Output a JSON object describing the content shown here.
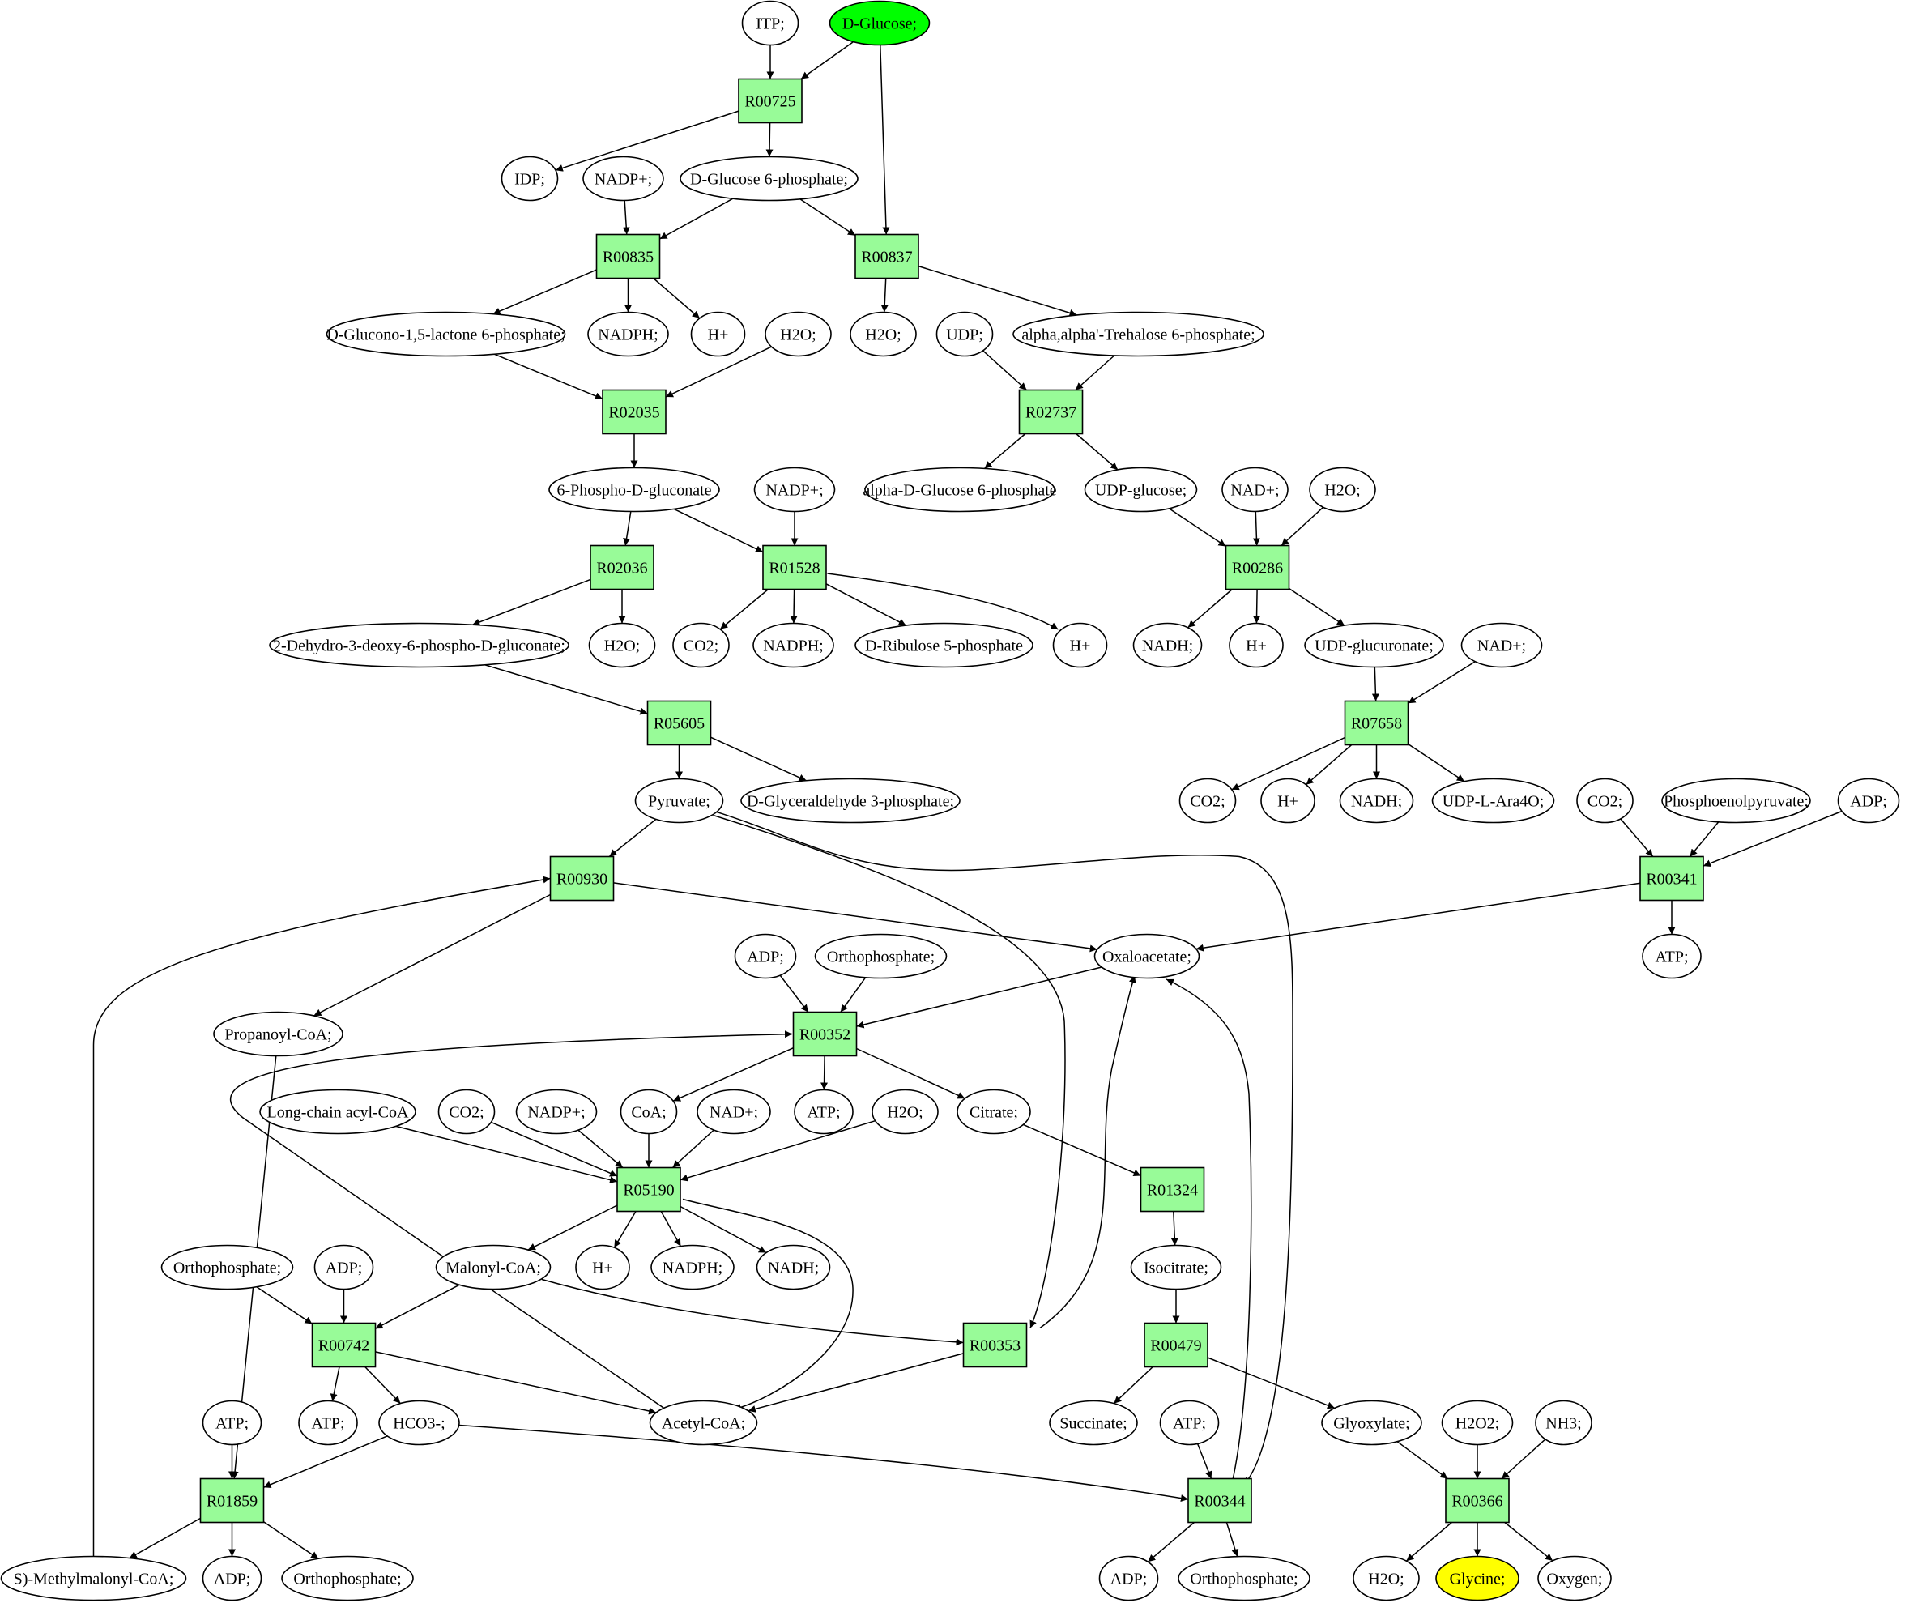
{
  "nodes": [
    {
      "id": "m_itp",
      "label": "ITP;",
      "type": "metabolite"
    },
    {
      "id": "m_dglucose",
      "label": "D-Glucose;",
      "type": "metabolite",
      "fill": "#00ff00"
    },
    {
      "id": "r00725",
      "label": "R00725",
      "type": "reaction"
    },
    {
      "id": "m_idp",
      "label": "IDP;",
      "type": "metabolite"
    },
    {
      "id": "m_nadp1",
      "label": "NADP+;",
      "type": "metabolite"
    },
    {
      "id": "m_g6p",
      "label": "D-Glucose 6-phosphate;",
      "type": "metabolite"
    },
    {
      "id": "r00835",
      "label": "R00835",
      "type": "reaction"
    },
    {
      "id": "r00837",
      "label": "R00837",
      "type": "reaction"
    },
    {
      "id": "m_glucono",
      "label": "D-Glucono-1,5-lactone 6-phosphate;",
      "type": "metabolite"
    },
    {
      "id": "m_nadph1",
      "label": "NADPH;",
      "type": "metabolite"
    },
    {
      "id": "m_h1",
      "label": "H+",
      "type": "metabolite"
    },
    {
      "id": "m_h2o1",
      "label": "H2O;",
      "type": "metabolite"
    },
    {
      "id": "m_h2o2",
      "label": "H2O;",
      "type": "metabolite"
    },
    {
      "id": "m_udp",
      "label": "UDP;",
      "type": "metabolite"
    },
    {
      "id": "m_trehalose",
      "label": "alpha,alpha'-Trehalose 6-phosphate;",
      "type": "metabolite"
    },
    {
      "id": "r02035",
      "label": "R02035",
      "type": "reaction"
    },
    {
      "id": "r02737",
      "label": "R02737",
      "type": "reaction"
    },
    {
      "id": "m_6pg",
      "label": "6-Phospho-D-gluconate",
      "type": "metabolite"
    },
    {
      "id": "m_nadp2",
      "label": "NADP+;",
      "type": "metabolite"
    },
    {
      "id": "m_adg6p",
      "label": "alpha-D-Glucose 6-phosphate",
      "type": "metabolite"
    },
    {
      "id": "m_udpglc",
      "label": "UDP-glucose;",
      "type": "metabolite"
    },
    {
      "id": "m_nad1",
      "label": "NAD+;",
      "type": "metabolite"
    },
    {
      "id": "m_h2o3",
      "label": "H2O;",
      "type": "metabolite"
    },
    {
      "id": "r02036",
      "label": "R02036",
      "type": "reaction"
    },
    {
      "id": "r01528",
      "label": "R01528",
      "type": "reaction"
    },
    {
      "id": "r00286",
      "label": "R00286",
      "type": "reaction"
    },
    {
      "id": "m_kdpg",
      "label": "2-Dehydro-3-deoxy-6-phospho-D-gluconate;",
      "type": "metabolite"
    },
    {
      "id": "m_h2o4",
      "label": "H2O;",
      "type": "metabolite"
    },
    {
      "id": "m_co2a",
      "label": "CO2;",
      "type": "metabolite"
    },
    {
      "id": "m_nadph2",
      "label": "NADPH;",
      "type": "metabolite"
    },
    {
      "id": "m_ru5p",
      "label": "D-Ribulose 5-phosphate",
      "type": "metabolite"
    },
    {
      "id": "m_h2",
      "label": "H+",
      "type": "metabolite"
    },
    {
      "id": "m_nadh1",
      "label": "NADH;",
      "type": "metabolite"
    },
    {
      "id": "m_h3",
      "label": "H+",
      "type": "metabolite"
    },
    {
      "id": "m_udpglcu",
      "label": "UDP-glucuronate;",
      "type": "metabolite"
    },
    {
      "id": "m_nad2",
      "label": "NAD+;",
      "type": "metabolite"
    },
    {
      "id": "r05605",
      "label": "R05605",
      "type": "reaction"
    },
    {
      "id": "r07658",
      "label": "R07658",
      "type": "reaction"
    },
    {
      "id": "m_pyruvate",
      "label": "Pyruvate;",
      "type": "metabolite"
    },
    {
      "id": "m_g3p",
      "label": "D-Glyceraldehyde 3-phosphate;",
      "type": "metabolite"
    },
    {
      "id": "m_co2b",
      "label": "CO2;",
      "type": "metabolite"
    },
    {
      "id": "m_h4",
      "label": "H+",
      "type": "metabolite"
    },
    {
      "id": "m_nadh2",
      "label": "NADH;",
      "type": "metabolite"
    },
    {
      "id": "m_udpara",
      "label": "UDP-L-Ara4O;",
      "type": "metabolite"
    },
    {
      "id": "m_co2c",
      "label": "CO2;",
      "type": "metabolite"
    },
    {
      "id": "m_pep",
      "label": "Phosphoenolpyruvate;",
      "type": "metabolite"
    },
    {
      "id": "m_adp1",
      "label": "ADP;",
      "type": "metabolite"
    },
    {
      "id": "r00930",
      "label": "R00930",
      "type": "reaction"
    },
    {
      "id": "r00341",
      "label": "R00341",
      "type": "reaction"
    },
    {
      "id": "m_adp2",
      "label": "ADP;",
      "type": "metabolite"
    },
    {
      "id": "m_pi1",
      "label": "Orthophosphate;",
      "type": "metabolite"
    },
    {
      "id": "m_oaa",
      "label": "Oxaloacetate;",
      "type": "metabolite"
    },
    {
      "id": "m_atp1",
      "label": "ATP;",
      "type": "metabolite"
    },
    {
      "id": "m_propcoa",
      "label": "Propanoyl-CoA;",
      "type": "metabolite"
    },
    {
      "id": "r00352",
      "label": "R00352",
      "type": "reaction"
    },
    {
      "id": "m_lcacoa",
      "label": "Long-chain acyl-CoA",
      "type": "metabolite"
    },
    {
      "id": "m_co2d",
      "label": "CO2;",
      "type": "metabolite"
    },
    {
      "id": "m_nadp3",
      "label": "NADP+;",
      "type": "metabolite"
    },
    {
      "id": "m_coa",
      "label": "CoA;",
      "type": "metabolite"
    },
    {
      "id": "m_nad3",
      "label": "NAD+;",
      "type": "metabolite"
    },
    {
      "id": "m_atp2",
      "label": "ATP;",
      "type": "metabolite"
    },
    {
      "id": "m_h2o5",
      "label": "H2O;",
      "type": "metabolite"
    },
    {
      "id": "m_citrate",
      "label": "Citrate;",
      "type": "metabolite"
    },
    {
      "id": "r05190",
      "label": "R05190",
      "type": "reaction"
    },
    {
      "id": "r01324",
      "label": "R01324",
      "type": "reaction"
    },
    {
      "id": "m_pi2",
      "label": "Orthophosphate;",
      "type": "metabolite"
    },
    {
      "id": "m_adp3",
      "label": "ADP;",
      "type": "metabolite"
    },
    {
      "id": "m_malcoa",
      "label": "Malonyl-CoA;",
      "type": "metabolite"
    },
    {
      "id": "m_h5",
      "label": "H+",
      "type": "metabolite"
    },
    {
      "id": "m_nadph3",
      "label": "NADPH;",
      "type": "metabolite"
    },
    {
      "id": "m_nadh3",
      "label": "NADH;",
      "type": "metabolite"
    },
    {
      "id": "m_isocitrate",
      "label": "Isocitrate;",
      "type": "metabolite"
    },
    {
      "id": "r00742",
      "label": "R00742",
      "type": "reaction"
    },
    {
      "id": "r00353",
      "label": "R00353",
      "type": "reaction"
    },
    {
      "id": "r00479",
      "label": "R00479",
      "type": "reaction"
    },
    {
      "id": "m_atp3",
      "label": "ATP;",
      "type": "metabolite"
    },
    {
      "id": "m_atp4",
      "label": "ATP;",
      "type": "metabolite"
    },
    {
      "id": "m_hco3",
      "label": "HCO3-;",
      "type": "metabolite"
    },
    {
      "id": "m_acoa",
      "label": "Acetyl-CoA;",
      "type": "metabolite"
    },
    {
      "id": "m_succinate",
      "label": "Succinate;",
      "type": "metabolite"
    },
    {
      "id": "m_atp5",
      "label": "ATP;",
      "type": "metabolite"
    },
    {
      "id": "m_glyoxylate",
      "label": "Glyoxylate;",
      "type": "metabolite"
    },
    {
      "id": "m_h2o2p",
      "label": "H2O2;",
      "type": "metabolite"
    },
    {
      "id": "m_nh3",
      "label": "NH3;",
      "type": "metabolite"
    },
    {
      "id": "r01859",
      "label": "R01859",
      "type": "reaction"
    },
    {
      "id": "r00344",
      "label": "R00344",
      "type": "reaction"
    },
    {
      "id": "r00366",
      "label": "R00366",
      "type": "reaction"
    },
    {
      "id": "m_smmcoa",
      "label": "S)-Methylmalonyl-CoA;",
      "type": "metabolite"
    },
    {
      "id": "m_adp4",
      "label": "ADP;",
      "type": "metabolite"
    },
    {
      "id": "m_pi3",
      "label": "Orthophosphate;",
      "type": "metabolite"
    },
    {
      "id": "m_adp5",
      "label": "ADP;",
      "type": "metabolite"
    },
    {
      "id": "m_pi4",
      "label": "Orthophosphate;",
      "type": "metabolite"
    },
    {
      "id": "m_h2o6",
      "label": "H2O;",
      "type": "metabolite"
    },
    {
      "id": "m_glycine",
      "label": "Glycine;",
      "type": "metabolite",
      "fill": "#ffff00"
    },
    {
      "id": "m_oxygen",
      "label": "Oxygen;",
      "type": "metabolite"
    }
  ],
  "edges": [
    [
      "m_itp",
      "r00725"
    ],
    [
      "m_dglucose",
      "r00725"
    ],
    [
      "r00725",
      "m_idp"
    ],
    [
      "r00725",
      "m_g6p"
    ],
    [
      "m_dglucose",
      "r00837"
    ],
    [
      "m_nadp1",
      "r00835"
    ],
    [
      "m_g6p",
      "r00835"
    ],
    [
      "m_g6p",
      "r00837"
    ],
    [
      "r00835",
      "m_glucono"
    ],
    [
      "r00835",
      "m_nadph1"
    ],
    [
      "r00835",
      "m_h1"
    ],
    [
      "r00837",
      "m_h2o2"
    ],
    [
      "r00837",
      "m_trehalose"
    ],
    [
      "m_glucono",
      "r02035"
    ],
    [
      "m_h2o1",
      "r02035"
    ],
    [
      "m_udp",
      "r02737"
    ],
    [
      "m_trehalose",
      "r02737"
    ],
    [
      "r02035",
      "m_6pg"
    ],
    [
      "r02737",
      "m_adg6p"
    ],
    [
      "r02737",
      "m_udpglc"
    ],
    [
      "m_6pg",
      "r02036"
    ],
    [
      "m_6pg",
      "r01528"
    ],
    [
      "m_nadp2",
      "r01528"
    ],
    [
      "m_udpglc",
      "r00286"
    ],
    [
      "m_nad1",
      "r00286"
    ],
    [
      "m_h2o3",
      "r00286"
    ],
    [
      "r02036",
      "m_kdpg"
    ],
    [
      "r02036",
      "m_h2o4"
    ],
    [
      "r01528",
      "m_co2a"
    ],
    [
      "r01528",
      "m_nadph2"
    ],
    [
      "r01528",
      "m_ru5p"
    ],
    [
      "r01528",
      "m_h2"
    ],
    [
      "r00286",
      "m_nadh1"
    ],
    [
      "r00286",
      "m_h3"
    ],
    [
      "r00286",
      "m_udpglcu"
    ],
    [
      "m_kdpg",
      "r05605"
    ],
    [
      "m_udpglcu",
      "r07658"
    ],
    [
      "m_nad2",
      "r07658"
    ],
    [
      "r05605",
      "m_pyruvate"
    ],
    [
      "r05605",
      "m_g3p"
    ],
    [
      "r07658",
      "m_co2b"
    ],
    [
      "r07658",
      "m_h4"
    ],
    [
      "r07658",
      "m_nadh2"
    ],
    [
      "r07658",
      "m_udpara"
    ],
    [
      "m_pyruvate",
      "r00930"
    ],
    [
      "m_pyruvate",
      "r00353"
    ],
    [
      "m_pyruvate",
      "r00344"
    ],
    [
      "m_co2c",
      "r00341"
    ],
    [
      "m_pep",
      "r00341"
    ],
    [
      "m_adp1",
      "r00341"
    ],
    [
      "r00930",
      "m_oaa"
    ],
    [
      "r00930",
      "m_propcoa"
    ],
    [
      "r00341",
      "m_oaa"
    ],
    [
      "r00341",
      "m_atp1"
    ],
    [
      "m_adp2",
      "r00352"
    ],
    [
      "m_pi1",
      "r00352"
    ],
    [
      "m_oaa",
      "r00352"
    ],
    [
      "m_acoa",
      "r00352"
    ],
    [
      "r00352",
      "m_coa"
    ],
    [
      "r00352",
      "m_atp2"
    ],
    [
      "r00352",
      "m_citrate"
    ],
    [
      "m_lcacoa",
      "r05190"
    ],
    [
      "m_co2d",
      "r05190"
    ],
    [
      "m_nadp3",
      "r05190"
    ],
    [
      "m_coa",
      "r05190"
    ],
    [
      "m_nad3",
      "r05190"
    ],
    [
      "m_h2o5",
      "r05190"
    ],
    [
      "m_citrate",
      "r01324"
    ],
    [
      "r05190",
      "m_malcoa"
    ],
    [
      "r05190",
      "m_h5"
    ],
    [
      "r05190",
      "m_nadph3"
    ],
    [
      "r05190",
      "m_nadh3"
    ],
    [
      "r05190",
      "m_acoa"
    ],
    [
      "r01324",
      "m_isocitrate"
    ],
    [
      "m_pi2",
      "r00742"
    ],
    [
      "m_adp3",
      "r00742"
    ],
    [
      "m_malcoa",
      "r00742"
    ],
    [
      "m_malcoa",
      "r00353"
    ],
    [
      "m_isocitrate",
      "r00479"
    ],
    [
      "m_propcoa",
      "r01859"
    ],
    [
      "r00742",
      "m_atp4"
    ],
    [
      "r00742",
      "m_hco3"
    ],
    [
      "r00742",
      "m_acoa"
    ],
    [
      "r00353",
      "m_acoa"
    ],
    [
      "r00353",
      "m_oaa"
    ],
    [
      "r00479",
      "m_succinate"
    ],
    [
      "r00479",
      "m_glyoxylate"
    ],
    [
      "m_atp3",
      "r01859"
    ],
    [
      "m_hco3",
      "r01859"
    ],
    [
      "m_hco3",
      "r00344"
    ],
    [
      "m_atp5",
      "r00344"
    ],
    [
      "m_glyoxylate",
      "r00366"
    ],
    [
      "m_h2o2p",
      "r00366"
    ],
    [
      "m_nh3",
      "r00366"
    ],
    [
      "r01859",
      "m_smmcoa"
    ],
    [
      "r01859",
      "m_adp4"
    ],
    [
      "r01859",
      "m_pi3"
    ],
    [
      "m_smmcoa",
      "r00930"
    ],
    [
      "r00344",
      "m_adp5"
    ],
    [
      "r00344",
      "m_pi4"
    ],
    [
      "r00344",
      "m_oaa"
    ],
    [
      "r00366",
      "m_h2o6"
    ],
    [
      "r00366",
      "m_glycine"
    ],
    [
      "r00366",
      "m_oxygen"
    ]
  ]
}
